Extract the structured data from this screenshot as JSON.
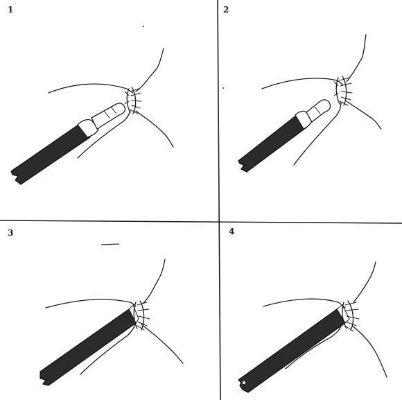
{
  "figure": {
    "panels": [
      {
        "number": "1",
        "state": "tip-extended"
      },
      {
        "number": "2",
        "state": "tip-short"
      },
      {
        "number": "3",
        "state": "tube-against-opening"
      },
      {
        "number": "4",
        "state": "tube-against-opening"
      }
    ],
    "colors": {
      "ink": "#1c1c1c",
      "tube_fill": "#2b2b2b",
      "background": "#ffffff"
    }
  }
}
